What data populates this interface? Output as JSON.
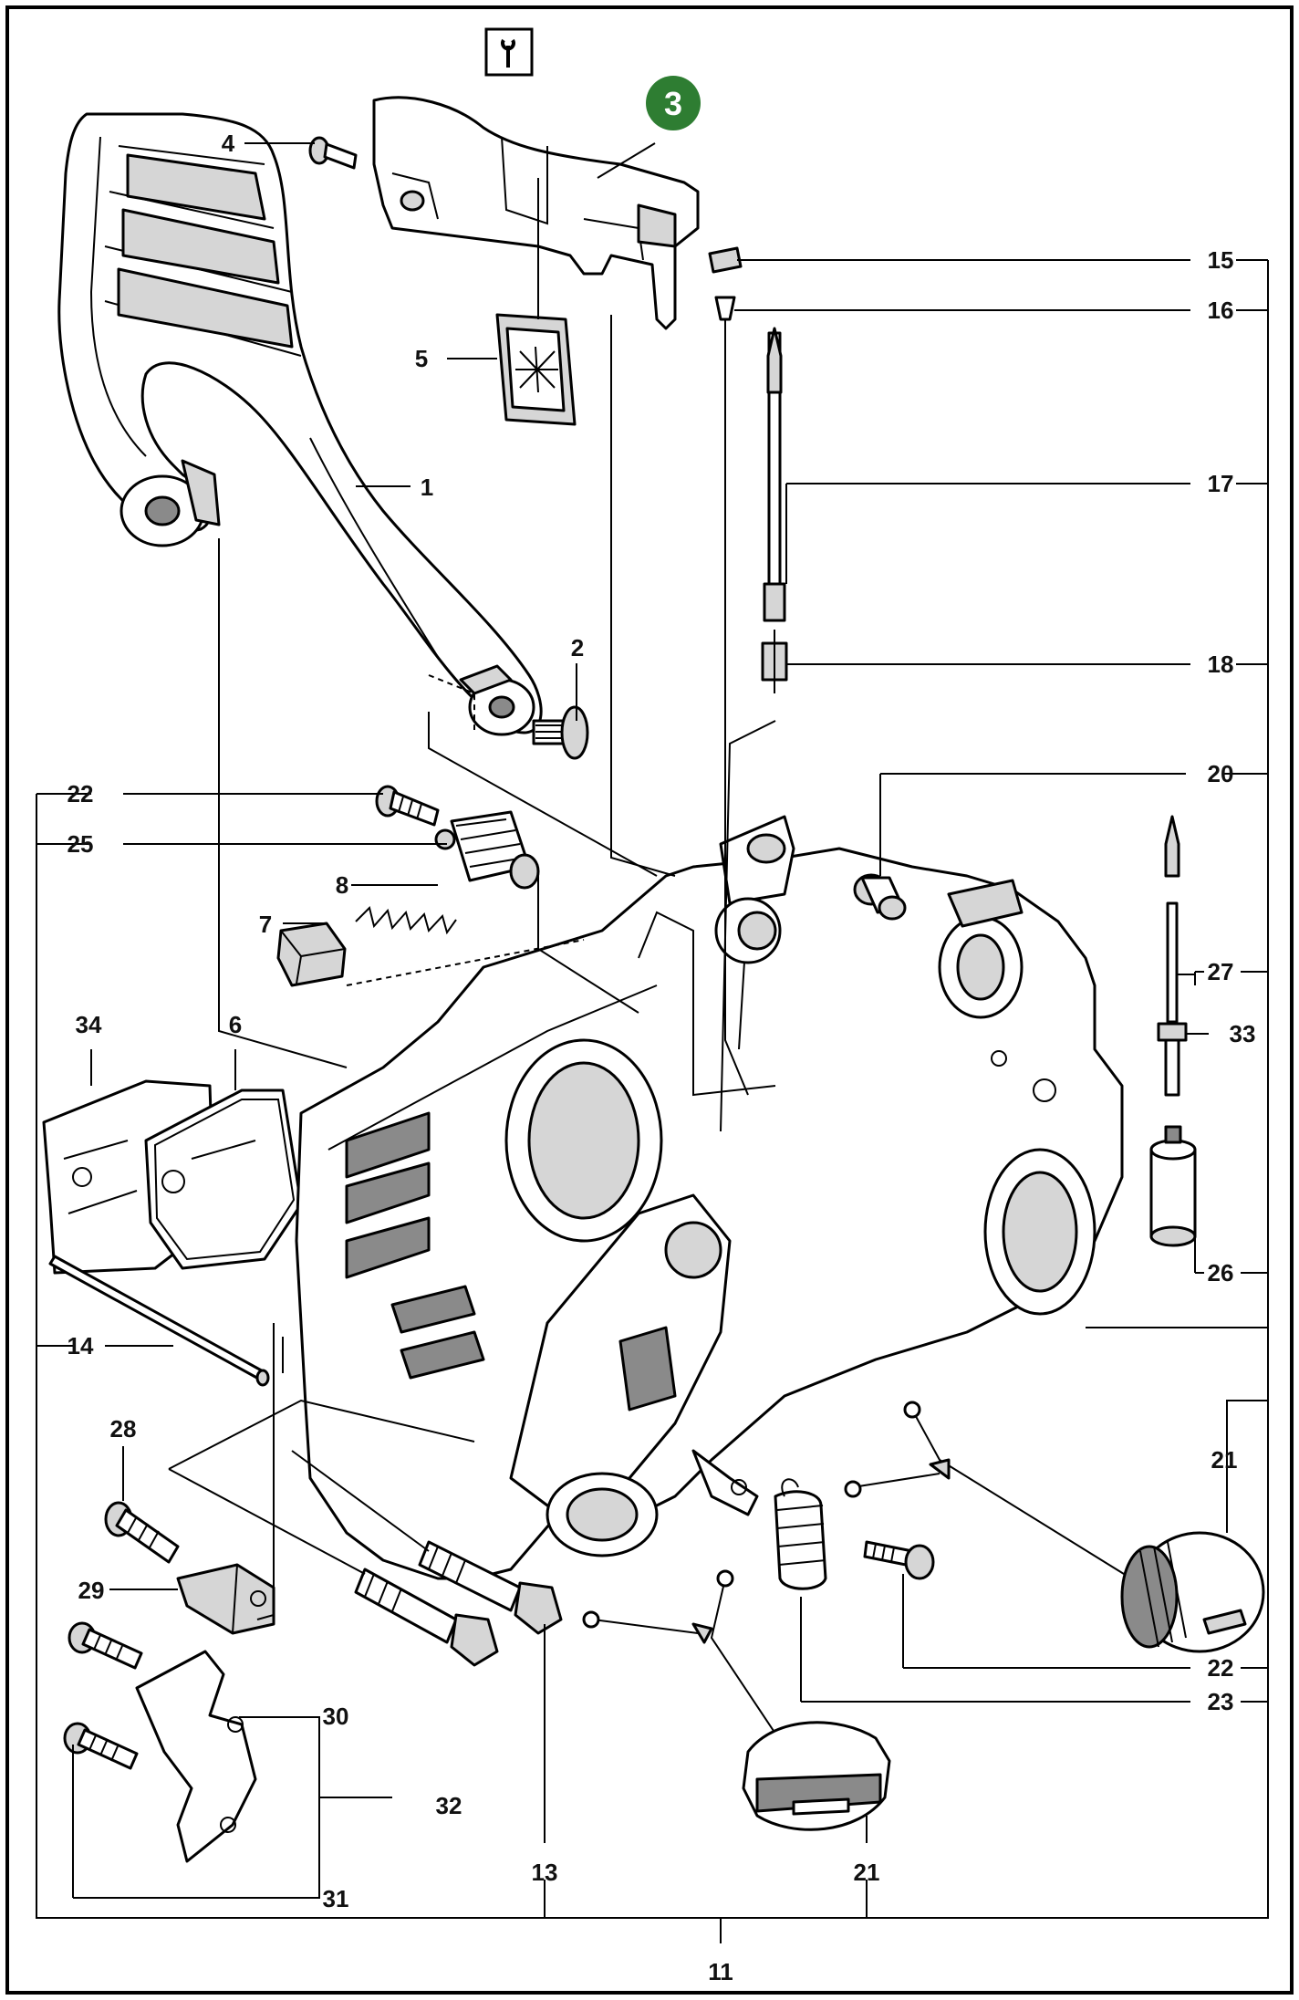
{
  "diagram": {
    "badge": "3",
    "labels": {
      "p1": "1",
      "p2": "2",
      "p4": "4",
      "p5": "5",
      "p6": "6",
      "p7": "7",
      "p8": "8",
      "p11": "11",
      "p13": "13",
      "p14": "14",
      "p15": "15",
      "p16": "16",
      "p17": "17",
      "p18": "18",
      "p20": "20",
      "p21a": "21",
      "p21b": "21",
      "p22a": "22",
      "p22b": "22",
      "p23": "23",
      "p25": "25",
      "p26": "26",
      "p27": "27",
      "p28": "28",
      "p29": "29",
      "p30": "30",
      "p31": "31",
      "p32": "32",
      "p33": "33",
      "p34": "34"
    },
    "colors": {
      "badge": "#2e7d32",
      "line": "#000000",
      "shade": "#d6d6d6"
    },
    "icons": {
      "tool": "wrench-icon"
    }
  }
}
